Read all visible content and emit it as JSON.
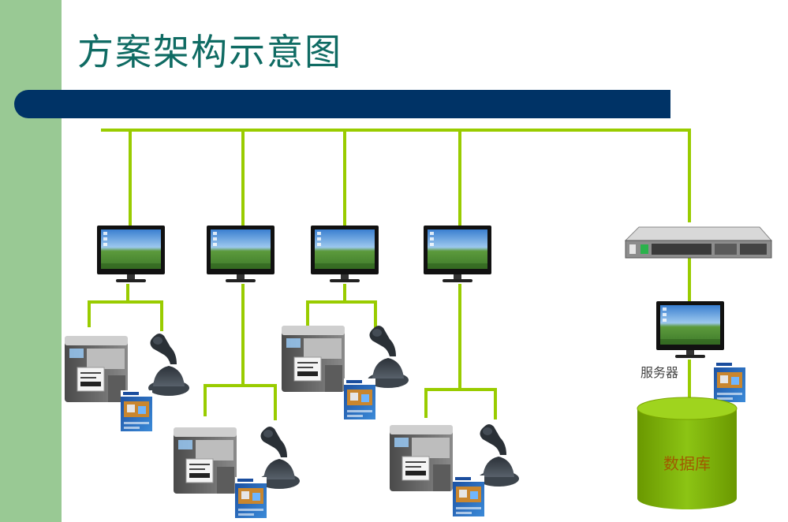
{
  "title": "方案架构示意图",
  "server_label": "服务器",
  "database_label": "数据库",
  "colors": {
    "sidebar": "#99c994",
    "title": "#0f6b63",
    "banner": "#003366",
    "connector": "#99cc00",
    "database": "#80b400"
  },
  "icons": [
    "monitor-icon",
    "label-printer-icon",
    "barcode-scanner-icon",
    "software-box-icon",
    "network-switch-icon",
    "database-cylinder-icon"
  ]
}
